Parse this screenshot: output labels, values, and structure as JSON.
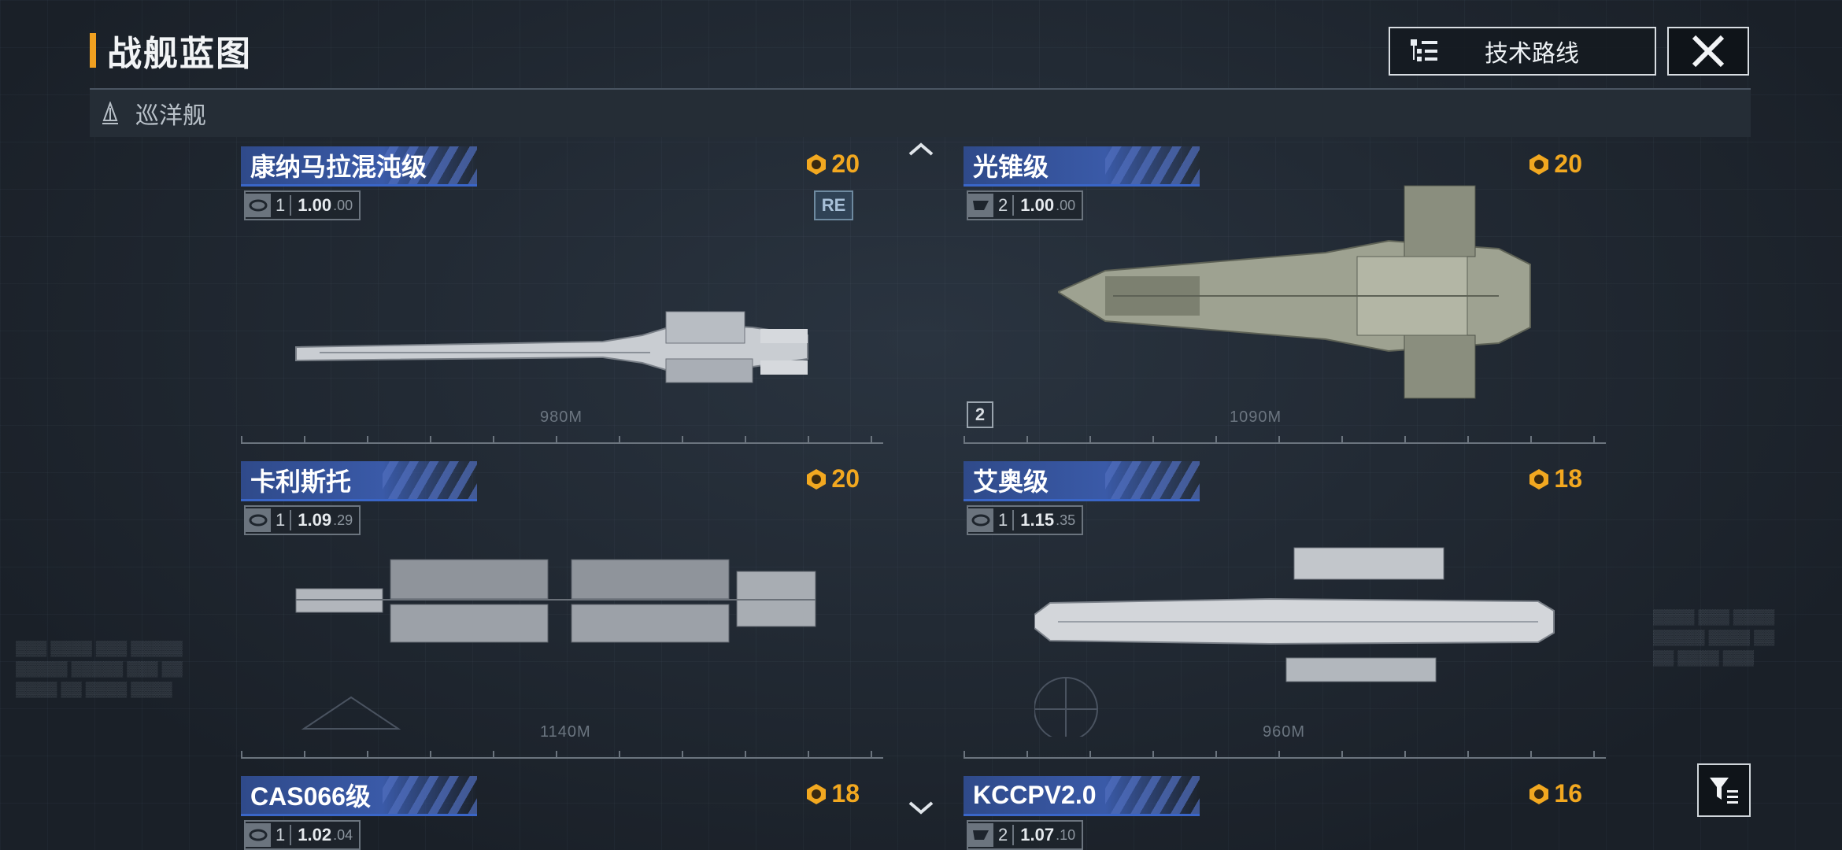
{
  "header": {
    "title": "战舰蓝图",
    "tech_route_label": "技术路线"
  },
  "category": {
    "label": "巡洋舰"
  },
  "colors": {
    "accent_orange": "#f0a020",
    "cost_gold": "#f2a820",
    "name_tab_blue": "#3a5aa8"
  },
  "cards": [
    {
      "name": "康纳马拉混沌级",
      "cost": "20",
      "tier": "1",
      "stat_main": "1.00",
      "stat_sub": ".00",
      "badge": "RE",
      "length": "980M",
      "stat_icon": "hull-icon"
    },
    {
      "name": "光锥级",
      "cost": "20",
      "tier": "2",
      "stat_main": "1.00",
      "stat_sub": ".00",
      "badge_num": "2",
      "length": "1090M",
      "stat_icon": "module-icon"
    },
    {
      "name": "卡利斯托",
      "cost": "20",
      "tier": "1",
      "stat_main": "1.09",
      "stat_sub": ".29",
      "length": "1140M",
      "stat_icon": "hull-icon"
    },
    {
      "name": "艾奥级",
      "cost": "18",
      "tier": "1",
      "stat_main": "1.15",
      "stat_sub": ".35",
      "length": "960M",
      "stat_icon": "hull-icon"
    },
    {
      "name": "CAS066级",
      "cost": "18",
      "tier": "1",
      "stat_main": "1.02",
      "stat_sub": ".04",
      "stat_icon": "hull-icon"
    },
    {
      "name": "KCCPV2.0",
      "cost": "16",
      "tier": "2",
      "stat_main": "1.07",
      "stat_sub": ".10",
      "stat_icon": "module-icon"
    }
  ]
}
